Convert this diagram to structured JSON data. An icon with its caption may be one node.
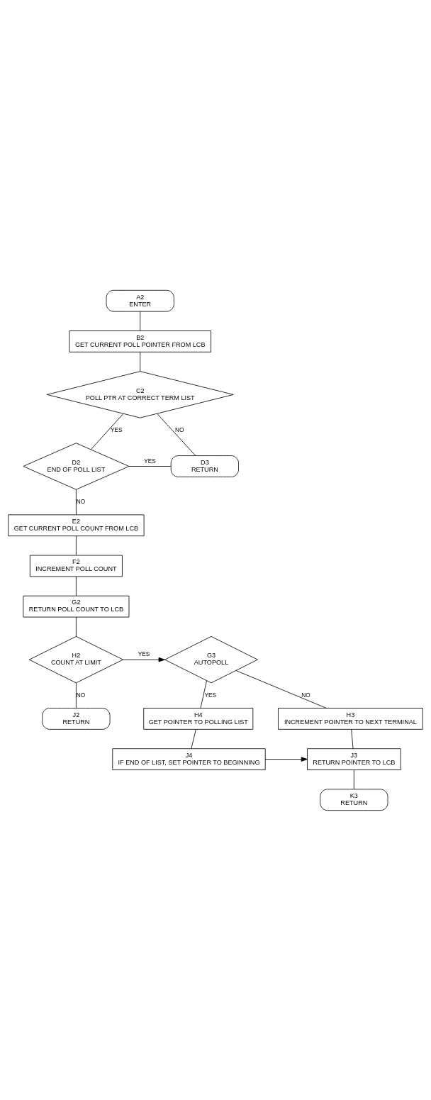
{
  "diagram": {
    "nodes": [
      {
        "text": [
          "A2",
          "ENTER"
        ]
      },
      {
        "text": [
          "B2",
          "GET CURRENT POLL POINTER FROM LCB"
        ]
      },
      {
        "text": [
          "C2",
          "POLL PTR AT CORRECT TERM LIST"
        ]
      },
      {
        "text": [
          "D2",
          "END OF POLL LIST"
        ]
      },
      {
        "text": [
          "D3",
          "RETURN"
        ]
      },
      {
        "text": [
          "E2",
          "GET CURRENT POLL COUNT FROM LCB"
        ]
      },
      {
        "text": [
          "F2",
          "INCREMENT POLL COUNT"
        ]
      },
      {
        "text": [
          "G2",
          "RETURN POLL COUNT TO LCB"
        ]
      },
      {
        "text": [
          "H2",
          "COUNT AT LIMIT"
        ]
      },
      {
        "text": [
          "G3",
          "AUTOPOLL"
        ]
      },
      {
        "text": [
          "J2",
          "RETURN"
        ]
      },
      {
        "text": [
          "H3",
          "INCREMENT POINTER TO NEXT TERMINAL"
        ]
      },
      {
        "text": [
          "H4",
          "GET POINTER TO POLLING LIST"
        ]
      },
      {
        "text": [
          "J3",
          "RETURN POINTER TO LCB"
        ]
      },
      {
        "text": [
          "J4",
          "IF END OF LIST, SET POINTER TO BEGINNING"
        ]
      },
      {
        "text": [
          "K3",
          "RETURN"
        ]
      }
    ],
    "edges": [
      {
        "from": 0,
        "to": 1,
        "arrow": "none"
      },
      {
        "from": 1,
        "to": 2,
        "arrow": "none"
      },
      {
        "from": 2,
        "to": 3,
        "label": "YES",
        "arrow": "none"
      },
      {
        "from": 2,
        "to": 4,
        "label": "NO",
        "arrow": "none"
      },
      {
        "from": 3,
        "to": 4,
        "label": "YES",
        "arrow": "none"
      },
      {
        "from": 3,
        "to": 5,
        "label": "NO",
        "arrow": "none"
      },
      {
        "from": 5,
        "to": 6,
        "arrow": "none"
      },
      {
        "from": 6,
        "to": 7,
        "arrow": "none"
      },
      {
        "from": 7,
        "to": 8,
        "arrow": "none"
      },
      {
        "from": 8,
        "to": 9,
        "label": "YES",
        "arrow": "to"
      },
      {
        "from": 8,
        "to": 10,
        "label": "NO",
        "arrow": "none"
      },
      {
        "from": 9,
        "to": 11,
        "label": "NO",
        "arrow": "none"
      },
      {
        "from": 9,
        "to": 12,
        "label": "YES",
        "arrow": "none"
      },
      {
        "from": 11,
        "to": 13,
        "arrow": "none"
      },
      {
        "from": 12,
        "to": 14,
        "arrow": "none"
      },
      {
        "from": 14,
        "to": 13,
        "arrow": "to"
      },
      {
        "from": 13,
        "to": 15,
        "arrow": "none"
      }
    ]
  }
}
